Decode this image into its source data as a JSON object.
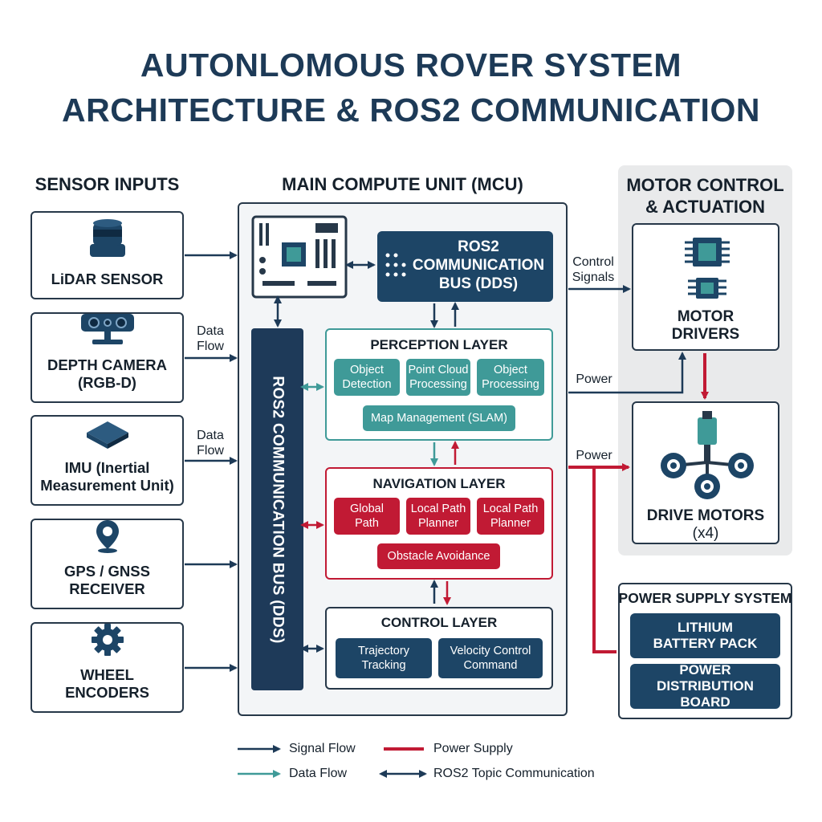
{
  "title": {
    "line1": "AUTONLOMOUS ROVER SYSTEM",
    "line2": "ARCHITECTURE & ROS2 COMMUNICATION"
  },
  "sections": {
    "sensors": "SENSOR INPUTS",
    "mcu": "MAIN COMPUTE UNIT (MCU)",
    "motor_line1": "MOTOR CONTROL",
    "motor_line2": "& ACTUATION"
  },
  "sensors": [
    {
      "line1": "LiDAR SENSOR",
      "line2": "",
      "icon": "lidar-icon"
    },
    {
      "line1": "DEPTH CAMERA",
      "line2": "(RGB-D)",
      "icon": "depth-camera-icon"
    },
    {
      "line1": "IMU (Inertial",
      "line2": "Measurement Unit)",
      "icon": "imu-chip-icon"
    },
    {
      "line1": "GPS / GNSS",
      "line2": "RECEIVER",
      "icon": "location-pin-icon"
    },
    {
      "line1": "WHEEL",
      "line2": "ENCODERS",
      "icon": "gear-icon"
    }
  ],
  "flow_labels": {
    "data_flow_1": "Data\nFlow",
    "data_flow_2": "Data\nFlow",
    "control_signals": "Control\nSignals",
    "power_1": "Power",
    "power_2": "Power"
  },
  "mcu": {
    "ros2_bus_top": {
      "line1": "ROS2",
      "line2": "COMMUNICATION",
      "line3": "BUS (DDS)"
    },
    "ros2_bus_vertical": "ROS2 COMMUNICATION BUS (DDS)",
    "perception": {
      "title": "PERCEPTION LAYER",
      "items": [
        {
          "line1": "Object",
          "line2": "Detection"
        },
        {
          "line1": "Point Cloud",
          "line2": "Processing"
        },
        {
          "line1": "Object",
          "line2": "Processing"
        }
      ],
      "wide": "Map Management (SLAM)"
    },
    "navigation": {
      "title": "NAVIGATION LAYER",
      "items": [
        {
          "line1": "Global",
          "line2": "Path"
        },
        {
          "line1": "Local Path",
          "line2": "Planner"
        },
        {
          "line1": "Local Path",
          "line2": "Planner"
        }
      ],
      "wide": "Obstacle Avoidance"
    },
    "control": {
      "title": "CONTROL LAYER",
      "items": [
        {
          "line1": "Trajectory",
          "line2": "Tracking"
        },
        {
          "line1": "Velocity Control",
          "line2": "Command"
        }
      ]
    }
  },
  "motor": {
    "drivers": {
      "line1": "MOTOR",
      "line2": "DRIVERS"
    },
    "drive": {
      "line1": "DRIVE MOTORS",
      "line2": "(x4)"
    }
  },
  "power_supply": {
    "title": "POWER SUPPLY SYSTEM",
    "battery": {
      "line1": "LITHIUM",
      "line2": "BATTERY PACK"
    },
    "distribution": {
      "line1": "POWER DISTRIBUTION",
      "line2": "BOARD"
    }
  },
  "legend": {
    "signal_flow": "Signal Flow",
    "power_supply": "Power Supply",
    "data_flow": "Data Flow",
    "ros2_topic": "ROS2 Topic Communication"
  },
  "colors": {
    "navy": "#1d4566",
    "dark": "#273849",
    "teal": "#3f9a98",
    "red": "#c11a34",
    "title": "#1d3a57"
  }
}
